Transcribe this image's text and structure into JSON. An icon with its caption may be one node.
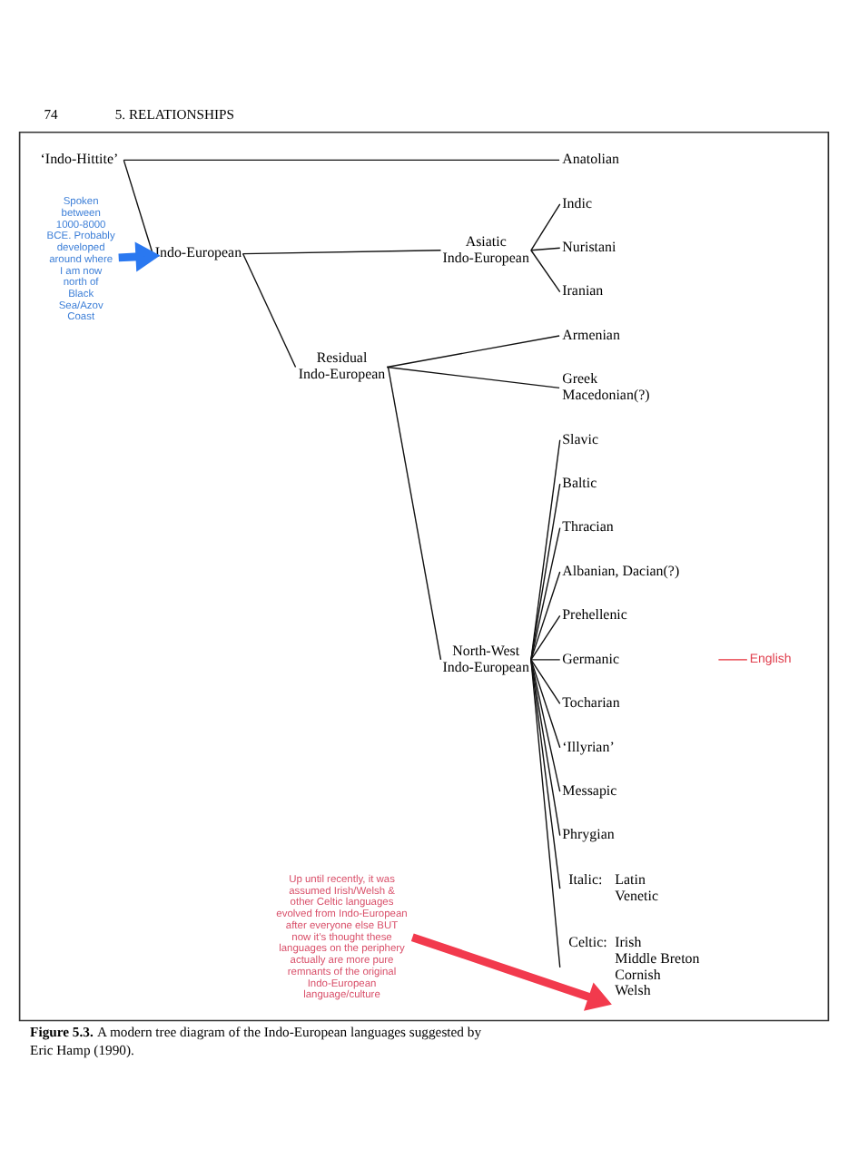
{
  "diagram": {
    "caption": "**Figure 5.3.** A modern tree diagram of the Indo-European languages suggested by Eric Hamp (1990).",
    "nodes": [
      {
        "text": [],
        "shape": "box"
      },
      {
        "text": [
          "‘Indo-Hittite’"
        ],
        "in": 0
      },
      {
        "text": [
          "Anatolian"
        ],
        "in": 0
      },
      {
        "text": [
          "Indic"
        ],
        "in": 0
      },
      {
        "text": [
          "Nuristani"
        ],
        "in": 0
      },
      {
        "text": [
          "Asiatic Indo-European"
        ],
        "in": 0
      },
      {
        "text": [
          "Iranian"
        ],
        "in": 0
      },
      {
        "text": [
          "Indo-European"
        ],
        "in": 0
      },
      {
        "text": [
          "Armenian"
        ],
        "in": 0
      },
      {
        "text": [
          "Greek",
          "Macedonian(?)"
        ],
        "in": 0
      },
      {
        "text": [
          "Slavic"
        ],
        "in": 0
      },
      {
        "text": [
          "Baltic"
        ],
        "in": 0
      },
      {
        "text": [
          "Residual Indo-European"
        ],
        "in": 0
      },
      {
        "text": [
          "Thracian"
        ],
        "in": 0
      },
      {
        "text": [
          "North-West Indo-European"
        ],
        "in": 0
      },
      {
        "text": [
          "Albanian, Dacian(?)"
        ],
        "in": 0
      },
      {
        "text": [
          "Spoken between 1000-8000 BCE. Probably developed around where I am now north of Black Sea/Azov Coast"
        ],
        "in": 0
      },
      {
        "text": [
          "Prehellenic"
        ],
        "in": 0
      },
      {
        "text": [
          "Germanic"
        ],
        "in": 0
      },
      {
        "text": [
          "English"
        ],
        "in": 0
      },
      {
        "text": [
          "Tocharian"
        ],
        "in": 0
      },
      {
        "text": [
          "‘Illyrian’"
        ],
        "in": 0
      },
      {
        "text": [
          "Messapic"
        ],
        "in": 0
      },
      {
        "text": [
          "Phrygian"
        ],
        "in": 0
      },
      {
        "text": [
          "Up until recently, it was assumed Irish/Welsh & other Celtic languages evolved from Indo-European after everyone else BUT now it’s thought these languages on the periphery actually are more pure remnants of the original Indo-European language/culture"
        ],
        "in": 0
      },
      {
        "text": [
          "Italic:",
          "Latin",
          "Venetic"
        ],
        "in": 0
      },
      {
        "text": [
          "Celtic:",
          "Irish",
          "Middle Breton",
          "Cornish",
          "Welsh"
        ],
        "in": 0
      }
    ],
    "edges": [
      {
        "from": 1,
        "to": 2,
        "arrow": "none"
      },
      {
        "from": 1,
        "to": 7,
        "arrow": "none"
      },
      {
        "from": 7,
        "to": 5,
        "arrow": "none"
      },
      {
        "from": 5,
        "to": 3,
        "arrow": "none"
      },
      {
        "from": 5,
        "to": 4,
        "arrow": "none"
      },
      {
        "from": 5,
        "to": 6,
        "arrow": "none"
      },
      {
        "from": 7,
        "to": 12,
        "arrow": "none"
      },
      {
        "from": 12,
        "to": 8,
        "arrow": "none"
      },
      {
        "from": 12,
        "to": 9,
        "arrow": "none"
      },
      {
        "from": 12,
        "to": 14,
        "arrow": "none"
      },
      {
        "from": 14,
        "to": 10,
        "arrow": "none"
      },
      {
        "from": 14,
        "to": 11,
        "arrow": "none"
      },
      {
        "from": 14,
        "to": 13,
        "arrow": "none"
      },
      {
        "from": 14,
        "to": 15,
        "arrow": "none"
      },
      {
        "from": 14,
        "to": 17,
        "arrow": "none"
      },
      {
        "from": 14,
        "to": 18,
        "arrow": "none"
      },
      {
        "from": 14,
        "to": 20,
        "arrow": "none"
      },
      {
        "from": 14,
        "to": 21,
        "arrow": "none"
      },
      {
        "from": 14,
        "to": 22,
        "arrow": "none"
      },
      {
        "from": 14,
        "to": 23,
        "arrow": "none"
      },
      {
        "from": 14,
        "to": 25,
        "arrow": "none"
      },
      {
        "from": 14,
        "to": 26,
        "arrow": "none"
      },
      {
        "from": 18,
        "to": 19,
        "arrow": "none",
        "color": "#e8404a"
      },
      {
        "from": 16,
        "to": 7,
        "arrow": "to",
        "style": "thick",
        "color": "#2a78f0"
      },
      {
        "from": 24,
        "to": 26,
        "arrow": "to",
        "style": "thick",
        "color": "#f23a4d"
      }
    ],
    "labels": [
      "74",
      "5. RELATIONSHIPS"
    ]
  }
}
